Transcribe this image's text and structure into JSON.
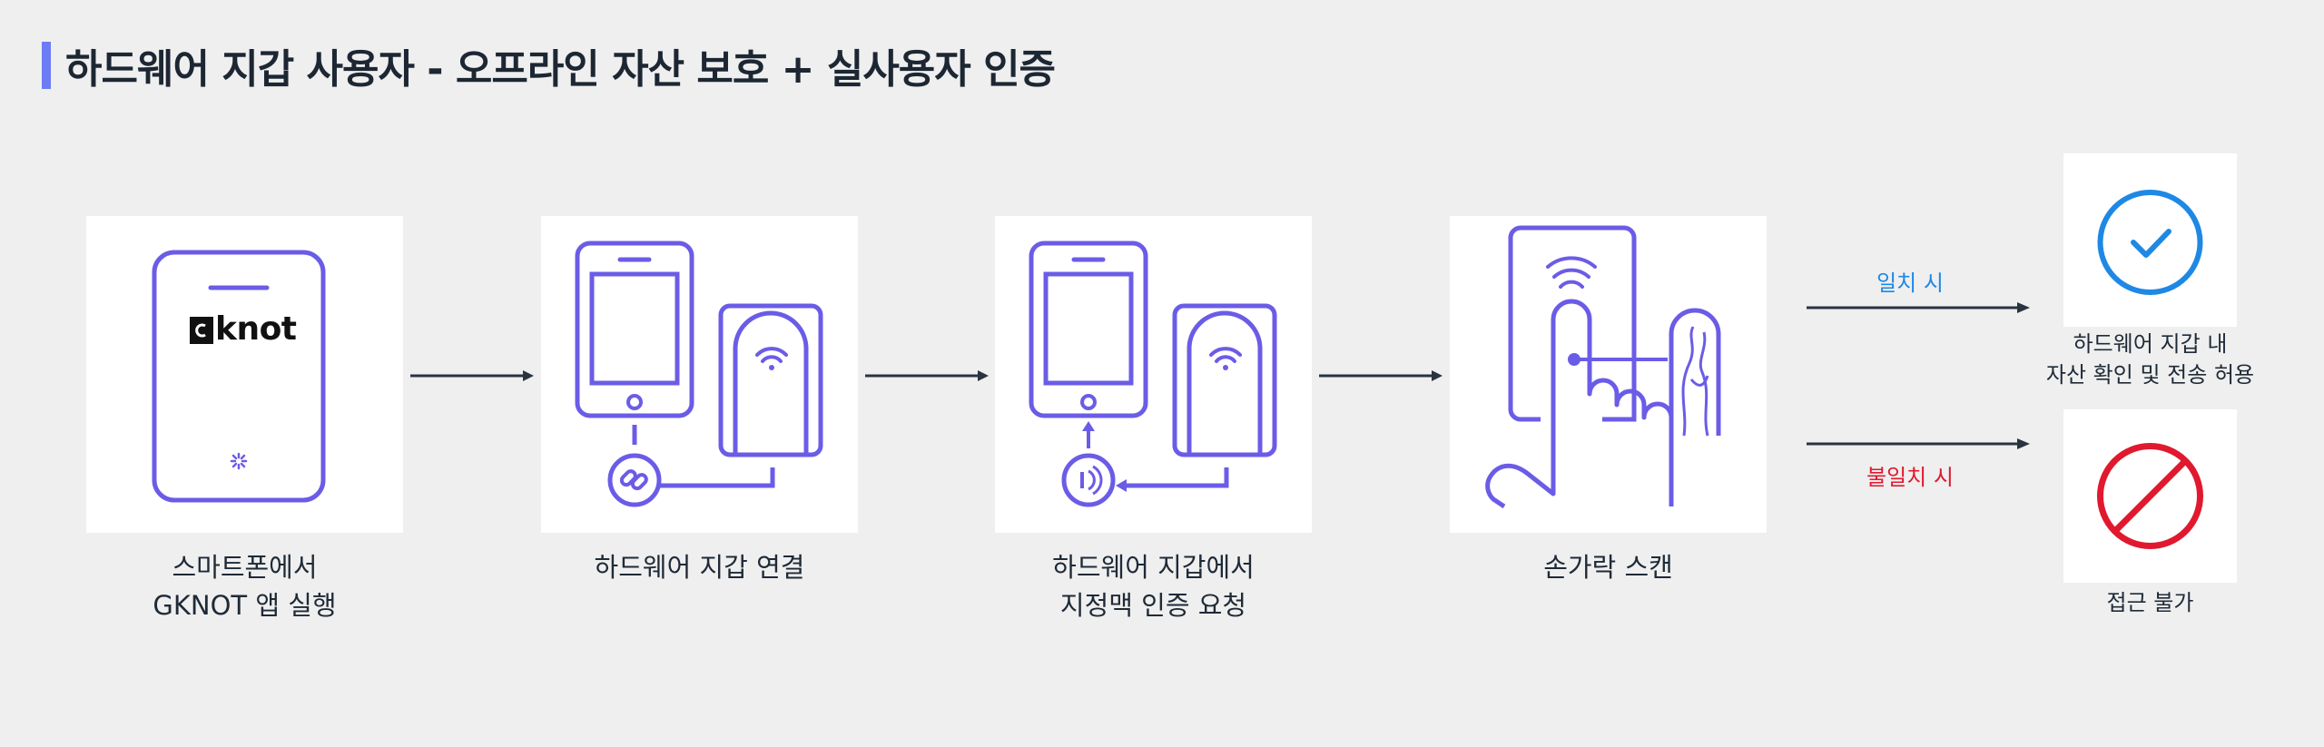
{
  "title": "하드웨어 지갑 사용자 - 오프라인 자산 보호 + 실사용자 인증",
  "colors": {
    "accent": "#6b5ce7",
    "title_bar": "#6b7cf5",
    "success": "#1e88e5",
    "fail": "#e0192f",
    "arrow": "#2a3440"
  },
  "steps": [
    {
      "line1": "스마트폰에서",
      "line2": "GKNOT 앱 실행",
      "icon": "smartphone-gknot-icon"
    },
    {
      "line1": "하드웨어 지갑 연결",
      "line2": "",
      "icon": "phone-wallet-link-icon"
    },
    {
      "line1": "하드웨어 지갑에서",
      "line2": "지정맥 인증 요청",
      "icon": "phone-wallet-nfc-icon"
    },
    {
      "line1": "손가락 스캔",
      "line2": "",
      "icon": "finger-scan-icon"
    }
  ],
  "logo": {
    "mark": "g",
    "text": "knot"
  },
  "branches": {
    "match_label": "일치 시",
    "mismatch_label": "불일치 시"
  },
  "results": {
    "success": {
      "line1": "하드웨어 지갑 내",
      "line2": "자산 확인 및 전송 허용",
      "icon": "check-circle-icon"
    },
    "fail": {
      "line1": "접근 불가",
      "icon": "prohibited-icon"
    }
  }
}
